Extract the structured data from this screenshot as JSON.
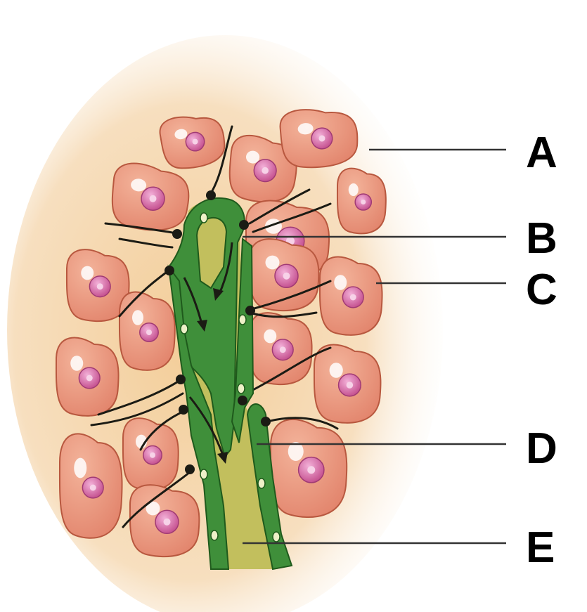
{
  "labels": [
    {
      "id": "A",
      "text": "A"
    },
    {
      "id": "B",
      "text": "B"
    },
    {
      "id": "C",
      "text": "C"
    },
    {
      "id": "D",
      "text": "D"
    },
    {
      "id": "E",
      "text": "E"
    }
  ],
  "colors": {
    "background_tissue": "#f6dcb4",
    "cell_fill": "#e9957c",
    "cell_outline": "#b8583f",
    "nucleus": "#cf5d9b",
    "vessel_wall": "#3f8f3a",
    "vessel_lumen": "#c2bf5d",
    "nerve_line": "#1b1b14",
    "leader_line": "#333333"
  }
}
